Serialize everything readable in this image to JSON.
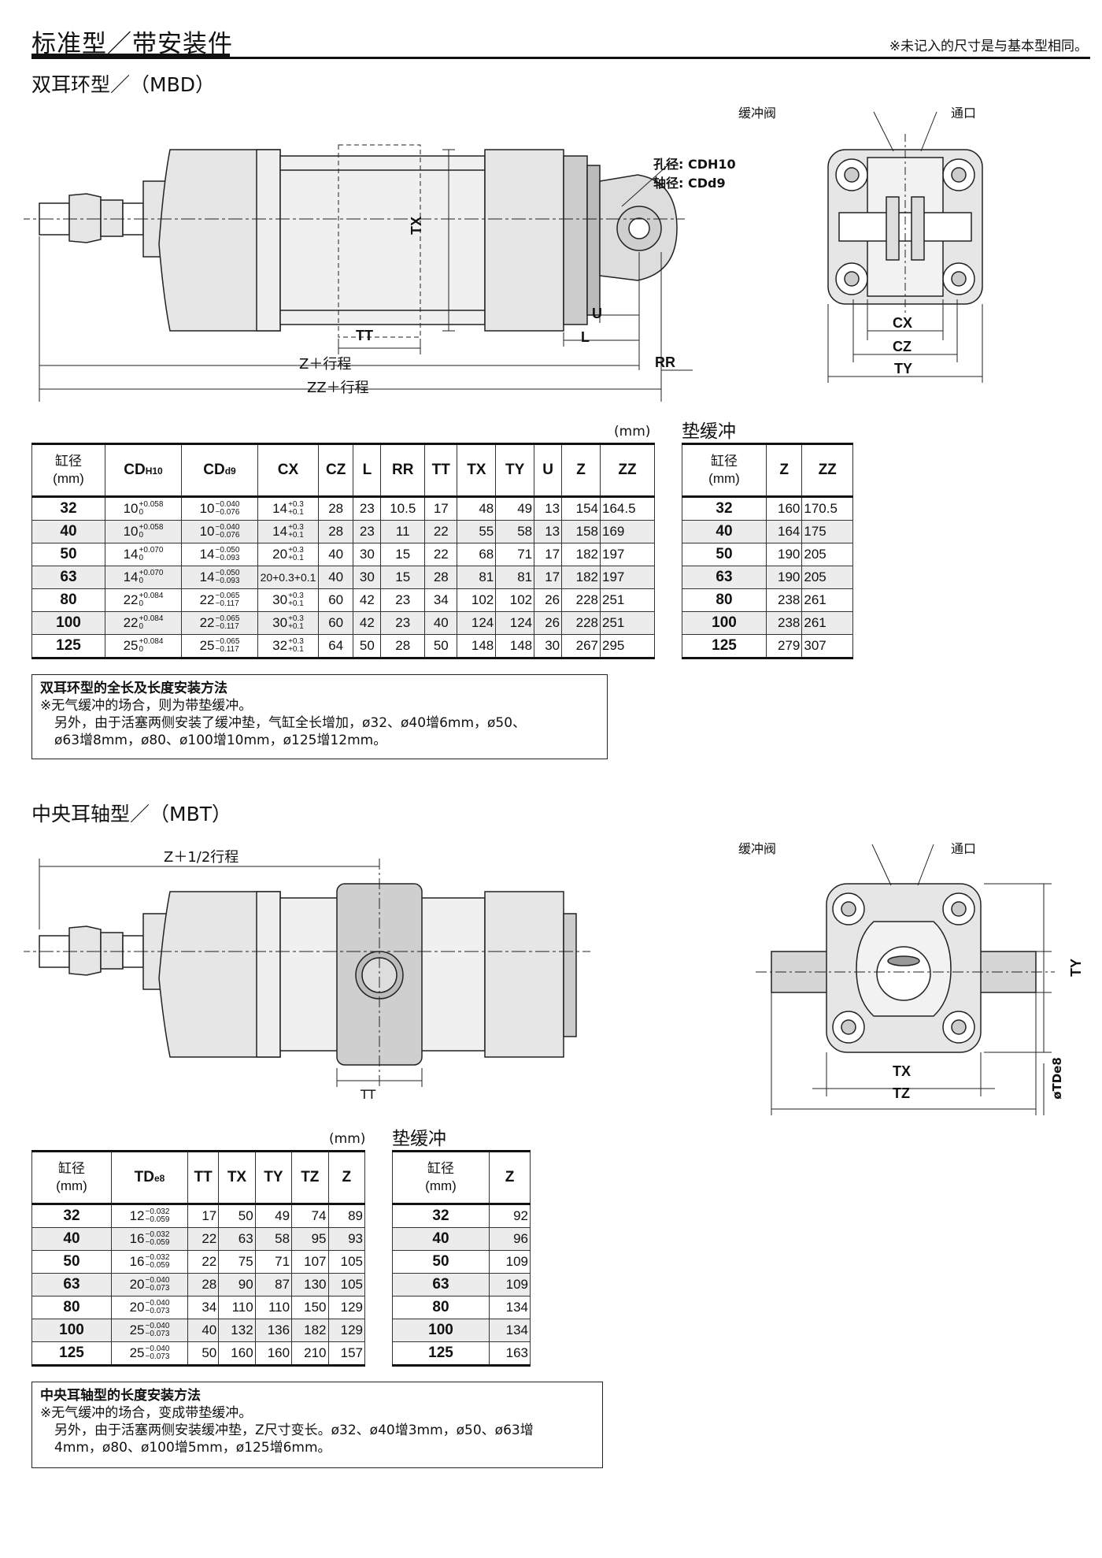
{
  "header": {
    "title": "标准型／带安装件",
    "note": "※未记入的尺寸是与基本型相同。"
  },
  "mbd": {
    "section_title": "双耳环型／（MBD）",
    "unit": "(mm)",
    "side_labels": {
      "hole": "孔径: CDH10",
      "shaft": "轴径: CDd9",
      "tx": "TX",
      "tt": "TT",
      "u": "U",
      "l": "L",
      "z": "Z＋行程",
      "zz": "ZZ＋行程",
      "rr": "RR"
    },
    "front_labels": {
      "cushion_valve": "缓冲阀",
      "port": "通口",
      "cx": "CX",
      "cz": "CZ",
      "ty": "TY"
    },
    "columns": [
      "缸径\n(mm)",
      "CD",
      "CD",
      "CX",
      "CZ",
      "L",
      "RR",
      "TT",
      "TX",
      "TY",
      "U",
      "Z",
      "ZZ"
    ],
    "col_subs": {
      "cdh10": "H10",
      "cdd9": "d9"
    },
    "rows": [
      {
        "bore": "32",
        "cdh": [
          "10",
          "+0.058",
          "0"
        ],
        "cdd": [
          "10",
          "−0.040",
          "−0.076"
        ],
        "cx": [
          "14",
          "+0.3",
          "+0.1"
        ],
        "cz": "28",
        "l": "23",
        "rr": "10.5",
        "tt": "17",
        "tx": "48",
        "ty": "49",
        "u": "13",
        "z": "154",
        "zz": "164.5"
      },
      {
        "bore": "40",
        "cdh": [
          "10",
          "+0.058",
          "0"
        ],
        "cdd": [
          "10",
          "−0.040",
          "−0.076"
        ],
        "cx": [
          "14",
          "+0.3",
          "+0.1"
        ],
        "cz": "28",
        "l": "23",
        "rr": "11",
        "tt": "22",
        "tx": "55",
        "ty": "58",
        "u": "13",
        "z": "158",
        "zz": "169"
      },
      {
        "bore": "50",
        "cdh": [
          "14",
          "+0.070",
          "0"
        ],
        "cdd": [
          "14",
          "−0.050",
          "−0.093"
        ],
        "cx": [
          "20",
          "+0.3",
          "+0.1"
        ],
        "cz": "40",
        "l": "30",
        "rr": "15",
        "tt": "22",
        "tx": "68",
        "ty": "71",
        "u": "17",
        "z": "182",
        "zz": "197"
      },
      {
        "bore": "63",
        "cdh": [
          "14",
          "+0.070",
          "0"
        ],
        "cdd": [
          "14",
          "−0.050",
          "−0.093"
        ],
        "cx_flat": "20+0.3+0.1",
        "cz": "40",
        "l": "30",
        "rr": "15",
        "tt": "28",
        "tx": "81",
        "ty": "81",
        "u": "17",
        "z": "182",
        "zz": "197"
      },
      {
        "bore": "80",
        "cdh": [
          "22",
          "+0.084",
          "0"
        ],
        "cdd": [
          "22",
          "−0.065",
          "−0.117"
        ],
        "cx": [
          "30",
          "+0.3",
          "+0.1"
        ],
        "cz": "60",
        "l": "42",
        "rr": "23",
        "tt": "34",
        "tx": "102",
        "ty": "102",
        "u": "26",
        "z": "228",
        "zz": "251"
      },
      {
        "bore": "100",
        "cdh": [
          "22",
          "+0.084",
          "0"
        ],
        "cdd": [
          "22",
          "−0.065",
          "−0.117"
        ],
        "cx": [
          "30",
          "+0.3",
          "+0.1"
        ],
        "cz": "60",
        "l": "42",
        "rr": "23",
        "tt": "40",
        "tx": "124",
        "ty": "124",
        "u": "26",
        "z": "228",
        "zz": "251"
      },
      {
        "bore": "125",
        "cdh": [
          "25",
          "+0.084",
          "0"
        ],
        "cdd": [
          "25",
          "−0.065",
          "−0.117"
        ],
        "cx": [
          "32",
          "+0.3",
          "+0.1"
        ],
        "cz": "64",
        "l": "50",
        "rr": "28",
        "tt": "50",
        "tx": "148",
        "ty": "148",
        "u": "30",
        "z": "267",
        "zz": "295"
      }
    ],
    "cushion": {
      "title": "垫缓冲",
      "columns": [
        "缸径\n(mm)",
        "Z",
        "ZZ"
      ],
      "rows": [
        [
          "32",
          "160",
          "170.5"
        ],
        [
          "40",
          "164",
          "175"
        ],
        [
          "50",
          "190",
          "205"
        ],
        [
          "63",
          "190",
          "205"
        ],
        [
          "80",
          "238",
          "261"
        ],
        [
          "100",
          "238",
          "261"
        ],
        [
          "125",
          "279",
          "307"
        ]
      ]
    },
    "note": {
      "title": "双耳环型的全长及长度安装方法",
      "line1": "※无气缓冲的场合，则为带垫缓冲。",
      "line2": "另外，由于活塞两侧安装了缓冲垫，气缸全长增加，ø32、ø40增6mm，ø50、",
      "line3": "ø63增8mm，ø80、ø100增10mm，ø125增12mm。"
    }
  },
  "mbt": {
    "section_title": "中央耳轴型／（MBT）",
    "unit": "(mm)",
    "side_labels": {
      "z": "Z＋1/2行程",
      "tt": "TT"
    },
    "front_labels": {
      "cushion_valve": "缓冲阀",
      "port": "通口",
      "tx": "TX",
      "tz": "TZ",
      "ty": "TY",
      "td": "øTDe8"
    },
    "columns": [
      "缸径\n(mm)",
      "TD",
      "TT",
      "TX",
      "TY",
      "TZ",
      "Z"
    ],
    "col_subs": {
      "tde8": "e8"
    },
    "rows": [
      {
        "bore": "32",
        "td": [
          "12",
          "−0.032",
          "−0.059"
        ],
        "tt": "17",
        "tx": "50",
        "ty": "49",
        "tz": "74",
        "z": "89"
      },
      {
        "bore": "40",
        "td": [
          "16",
          "−0.032",
          "−0.059"
        ],
        "tt": "22",
        "tx": "63",
        "ty": "58",
        "tz": "95",
        "z": "93"
      },
      {
        "bore": "50",
        "td": [
          "16",
          "−0.032",
          "−0.059"
        ],
        "tt": "22",
        "tx": "75",
        "ty": "71",
        "tz": "107",
        "z": "105"
      },
      {
        "bore": "63",
        "td": [
          "20",
          "−0.040",
          "−0.073"
        ],
        "tt": "28",
        "tx": "90",
        "ty": "87",
        "tz": "130",
        "z": "105"
      },
      {
        "bore": "80",
        "td": [
          "20",
          "−0.040",
          "−0.073"
        ],
        "tt": "34",
        "tx": "110",
        "ty": "110",
        "tz": "150",
        "z": "129"
      },
      {
        "bore": "100",
        "td": [
          "25",
          "−0.040",
          "−0.073"
        ],
        "tt": "40",
        "tx": "132",
        "ty": "136",
        "tz": "182",
        "z": "129"
      },
      {
        "bore": "125",
        "td": [
          "25",
          "−0.040",
          "−0.073"
        ],
        "tt": "50",
        "tx": "160",
        "ty": "160",
        "tz": "210",
        "z": "157"
      }
    ],
    "cushion": {
      "title": "垫缓冲",
      "columns": [
        "缸径\n(mm)",
        "Z"
      ],
      "rows": [
        [
          "32",
          "92"
        ],
        [
          "40",
          "96"
        ],
        [
          "50",
          "109"
        ],
        [
          "63",
          "109"
        ],
        [
          "80",
          "134"
        ],
        [
          "100",
          "134"
        ],
        [
          "125",
          "163"
        ]
      ]
    },
    "note": {
      "title": "中央耳轴型的长度安装方法",
      "line1": "※无气缓冲的场合，变成带垫缓冲。",
      "line2": "另外，由于活塞两侧安装缓冲垫，Z尺寸变长。ø32、ø40增3mm，ø50、ø63增",
      "line3": "4mm，ø80、ø100增5mm，ø125增6mm。"
    }
  }
}
